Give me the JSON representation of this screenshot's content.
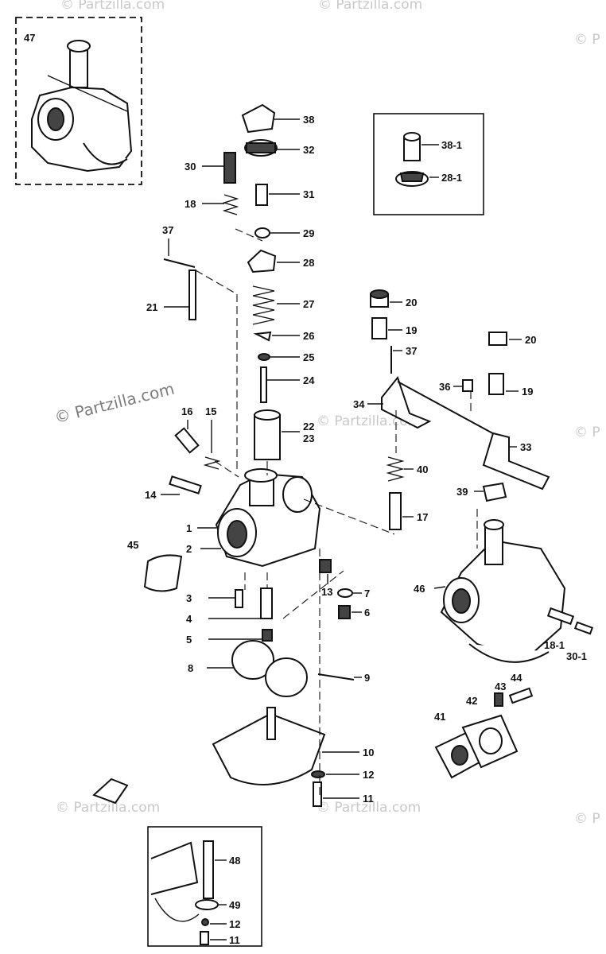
{
  "watermark": {
    "text": "© Partzilla.com",
    "partial": "© P"
  },
  "callouts": {
    "c1": "1",
    "c2": "2",
    "c3": "3",
    "c4": "4",
    "c5": "5",
    "c6": "6",
    "c7": "7",
    "c8": "8",
    "c9": "9",
    "c10": "10",
    "c11": "11",
    "c12": "12",
    "c13": "13",
    "c14": "14",
    "c15": "15",
    "c16": "16",
    "c17": "17",
    "c18": "18",
    "c18_1": "18-1",
    "c19": "19",
    "c19b": "19",
    "c20": "20",
    "c20b": "20",
    "c21": "21",
    "c22": "22",
    "c23": "23",
    "c24": "24",
    "c25": "25",
    "c26": "26",
    "c27": "27",
    "c28": "28",
    "c28_1": "28-1",
    "c29": "29",
    "c30": "30",
    "c30_1": "30-1",
    "c31": "31",
    "c32": "32",
    "c33": "33",
    "c34": "34",
    "c36": "36",
    "c37": "37",
    "c37b": "37",
    "c38": "38",
    "c38_1": "38-1",
    "c39": "39",
    "c40": "40",
    "c41": "41",
    "c42": "42",
    "c43": "43",
    "c44": "44",
    "c45": "45",
    "c46": "46",
    "c47": "47",
    "c48": "48",
    "c49": "49",
    "c12b": "12",
    "c11b": "11"
  }
}
